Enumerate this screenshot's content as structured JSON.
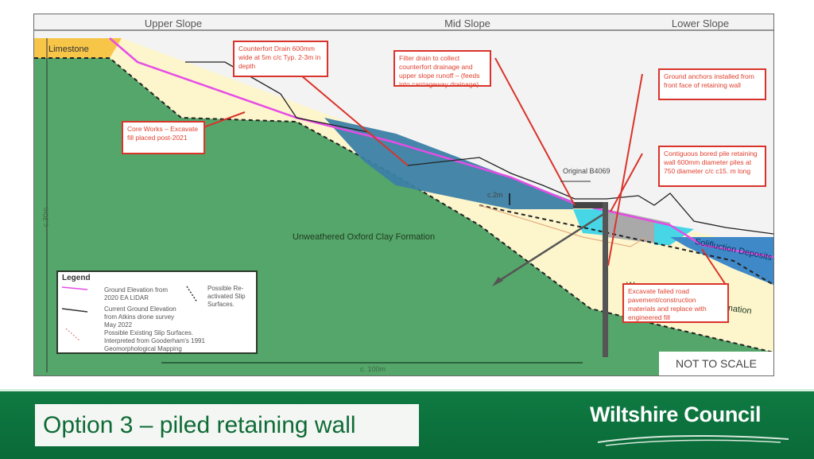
{
  "diagram": {
    "zones": [
      {
        "label": "Upper Slope"
      },
      {
        "label": "Mid Slope"
      },
      {
        "label": "Lower Slope"
      }
    ],
    "geology_labels": {
      "limestone": "Limestone",
      "oxford_clay": "Unweathered Oxford Clay Formation",
      "weathered_partial_1": "W",
      "weathered_partial_2": "rmation",
      "solifluction": "Solifluction Deposits"
    },
    "callouts": {
      "counterfort_drain": "Counterfort Drain 600mm wide at 5m c/c Typ. 2-3m in depth",
      "core_works": "Core Works – Excavate fill placed post-2021",
      "filter_drain": "Filter drain to collect counterfort drainage and upper slope runoff – (feeds into carriageway drainage)",
      "ground_anchors": "Ground anchors installed from front face of retaining wall",
      "bored_pile_wall": "Contiguous bored pile retaining wall 600mm diameter piles at 750 diameter c/c c15. m long",
      "excavate_road": "Excavate failed road pavement/construction materials and replace with engineered fill"
    },
    "annotations": {
      "original_road": "Original B4069",
      "depth": "c.2m",
      "height": "c.30m",
      "length": "c. 100m",
      "scale_note": "NOT TO SCALE"
    },
    "legend": {
      "title": "Legend",
      "items": [
        {
          "label": "Ground Elevation from 2020 EA LIDAR",
          "color": "#e64ce6",
          "style": "solid"
        },
        {
          "label": "Current Ground Elevation from Atkins drone survey May 2022",
          "color": "#333333",
          "style": "solid"
        },
        {
          "label": "Possible Existing Slip Surfaces. Interpreted from Gooderham's 1991 Geomorphological Mapping",
          "color": "#e07070",
          "style": "dashed"
        },
        {
          "label": "Possible Re-activated Slip Surfaces.",
          "color": "#333333",
          "style": "dashed"
        }
      ]
    },
    "colors": {
      "limestone": "#f7c548",
      "oxford_clay": "#55a66a",
      "weathered": "#fdf5cc",
      "fill": "#3c7fa6",
      "cyan_fill": "#46d6e6",
      "grey_fill": "#a9a9a9",
      "solifluction": "#3f89c9",
      "lidar_line": "#e64ce6",
      "callout_red": "#d9342b"
    }
  },
  "footer": {
    "title": "Option 3 – piled retaining wall",
    "logo_text": "Wiltshire Council"
  }
}
